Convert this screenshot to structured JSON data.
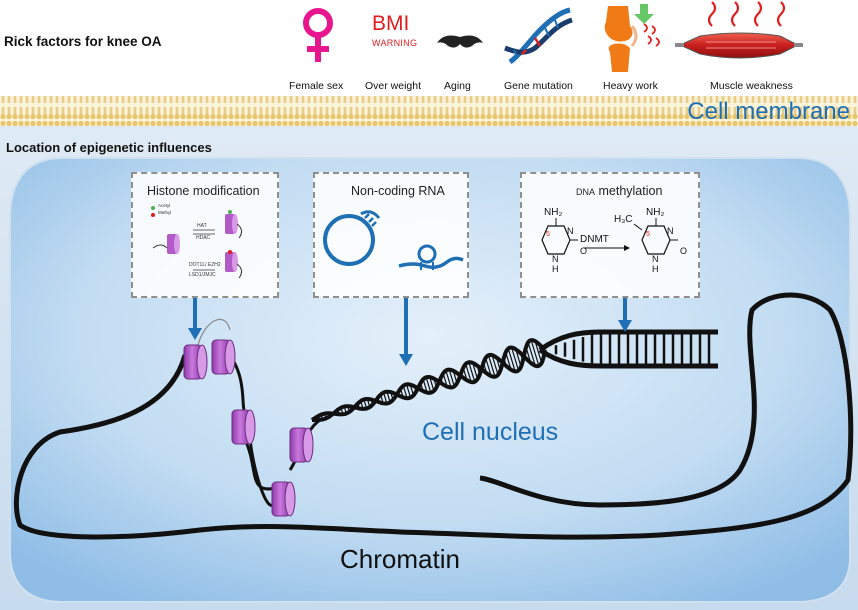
{
  "risk_factors": {
    "title": "Rick factors for knee OA",
    "items": [
      {
        "label": "Female sex",
        "icon": "female-symbol-icon"
      },
      {
        "label": "Over weight",
        "icon": "bmi-warning-icon",
        "icon_text": "BMI",
        "icon_subtext": "WARNING"
      },
      {
        "label": "Aging",
        "icon": "mustache-icon"
      },
      {
        "label": "Gene mutation",
        "icon": "dna-helix-icon"
      },
      {
        "label": "Heavy work",
        "icon": "knee-joint-icon"
      },
      {
        "label": "Muscle weakness",
        "icon": "muscle-icon"
      }
    ]
  },
  "cell_membrane_label": "Cell membrane",
  "location_title": "Location of epigenetic influences",
  "panels": {
    "histone": {
      "title": "Histone modification",
      "legend": [
        "Acetyl",
        "Methyl"
      ],
      "enzymes_top": [
        "HAT",
        "HDAC"
      ],
      "enzymes_bottom": [
        "DOT1L/ EZH2",
        "LSD1/JMJC"
      ]
    },
    "ncrna": {
      "title": "Non-coding RNA"
    },
    "methylation": {
      "title_prefix": "DNA",
      "title_suffix": " methylation",
      "enzyme": "DNMT",
      "amine": "NH₂",
      "methyl": "H₃C",
      "ring_n": "N",
      "ring_nh": "H",
      "carbonyl_o": "O",
      "position": "5"
    }
  },
  "nucleus_label": "Cell nucleus",
  "chromatin_label": "Chromatin",
  "colors": {
    "accent_blue": "#1f6fb5",
    "magenta": "#e8168e",
    "bmi_red": "#e21d1d",
    "histone_purple": "#b35ac9",
    "membrane_gold": "#e9cf88",
    "cell_bg": "#cfe3f4",
    "nucleus_bg": "#a9cfee"
  }
}
